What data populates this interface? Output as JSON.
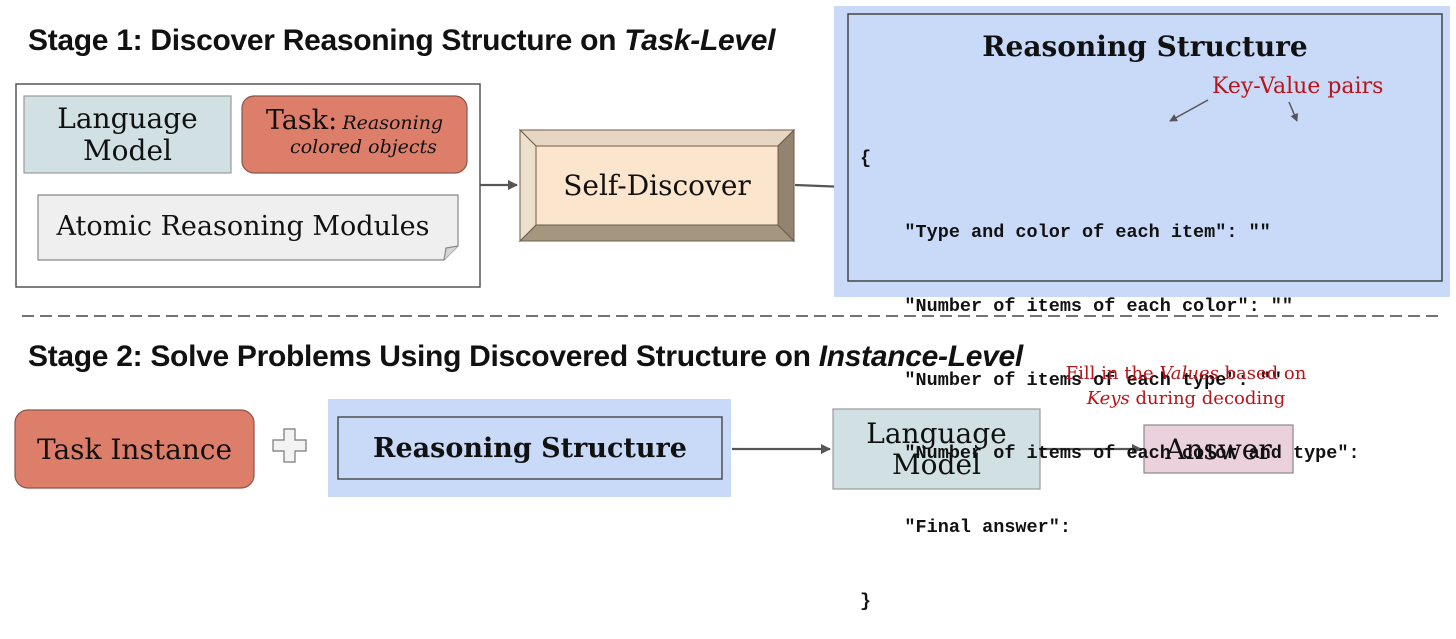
{
  "stage1": {
    "title_prefix": "Stage 1: Discover Reasoning Structure on ",
    "title_emph": "Task-Level"
  },
  "stage2": {
    "title_prefix": "Stage 2: Solve Problems Using Discovered Structure on ",
    "title_emph": "Instance-Level"
  },
  "inputs": {
    "language_model": [
      "Language",
      "Model"
    ],
    "task_label": "Task:",
    "task_desc_1": "Reasoning",
    "task_desc_2": "colored objects",
    "atomic_modules": "Atomic Reasoning Modules"
  },
  "self_discover": "Self-Discover",
  "structure_panel": {
    "title": "Reasoning Structure",
    "kv_note": "Key-Value pairs",
    "lines": [
      "{",
      "    \"Type and color of each item\": \"\"",
      "    \"Number of items of each color\": \"\"",
      "    \"Number of items of each type\": \"\"",
      "    \"Number of items of each color and type\":",
      "    \"Final answer\":",
      "}"
    ]
  },
  "stage2_flow": {
    "task_instance": "Task Instance",
    "reasoning_structure": "Reasoning Structure",
    "language_model": [
      "Language",
      "Model"
    ],
    "answer": "Answer",
    "fill_note_1_pre": "Fill in the ",
    "fill_note_1_emph": "Values",
    "fill_note_1_post": " based on",
    "fill_note_2_emph": "Keys",
    "fill_note_2_post": " during decoding"
  },
  "colors": {
    "light_blue_panel": "#c9daf8",
    "teal_box": "#d0e0e3",
    "salmon_box": "#dd7e6b",
    "beige_box": "#fce5cd",
    "pink_box": "#ead1dc",
    "gray_box": "#efefef",
    "annotation_red": "#b8141a"
  }
}
